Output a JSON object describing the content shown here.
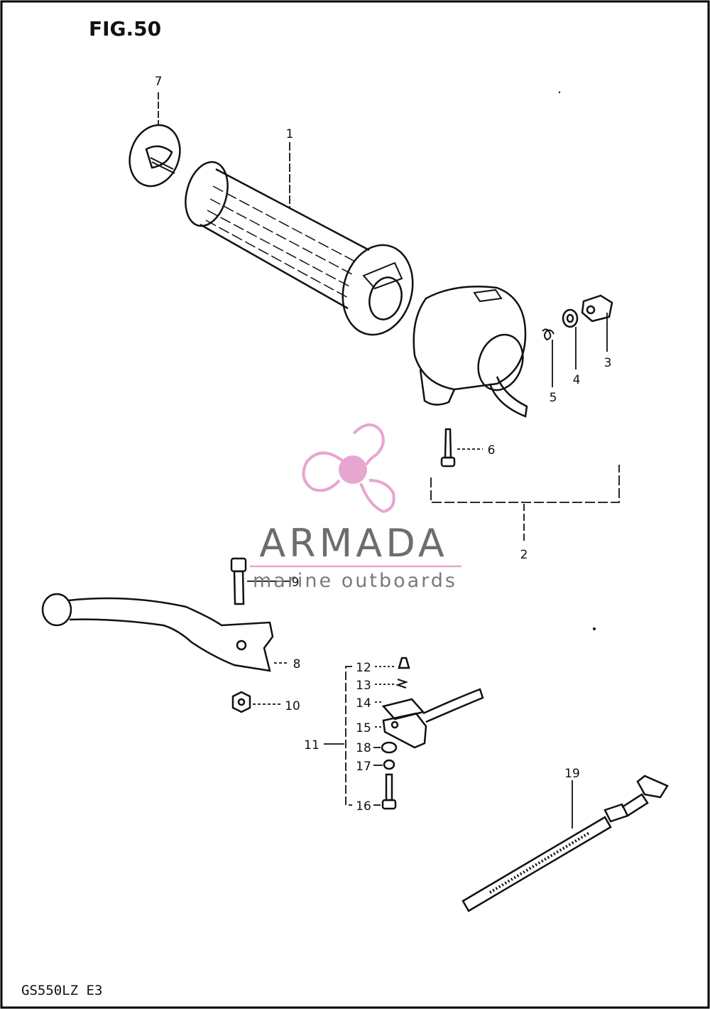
{
  "figure": {
    "title": "FIG.50",
    "model_code": "GS550LZ E3"
  },
  "watermark": {
    "brand": "ARMADA",
    "tagline": "marine outboards",
    "logo_color": "#e7a6cf",
    "text_color": "#6d6d6d"
  },
  "callouts": [
    "1",
    "2",
    "3",
    "4",
    "5",
    "6",
    "7",
    "8",
    "9",
    "10",
    "11",
    "12",
    "13",
    "14",
    "15",
    "16",
    "17",
    "18",
    "19"
  ]
}
